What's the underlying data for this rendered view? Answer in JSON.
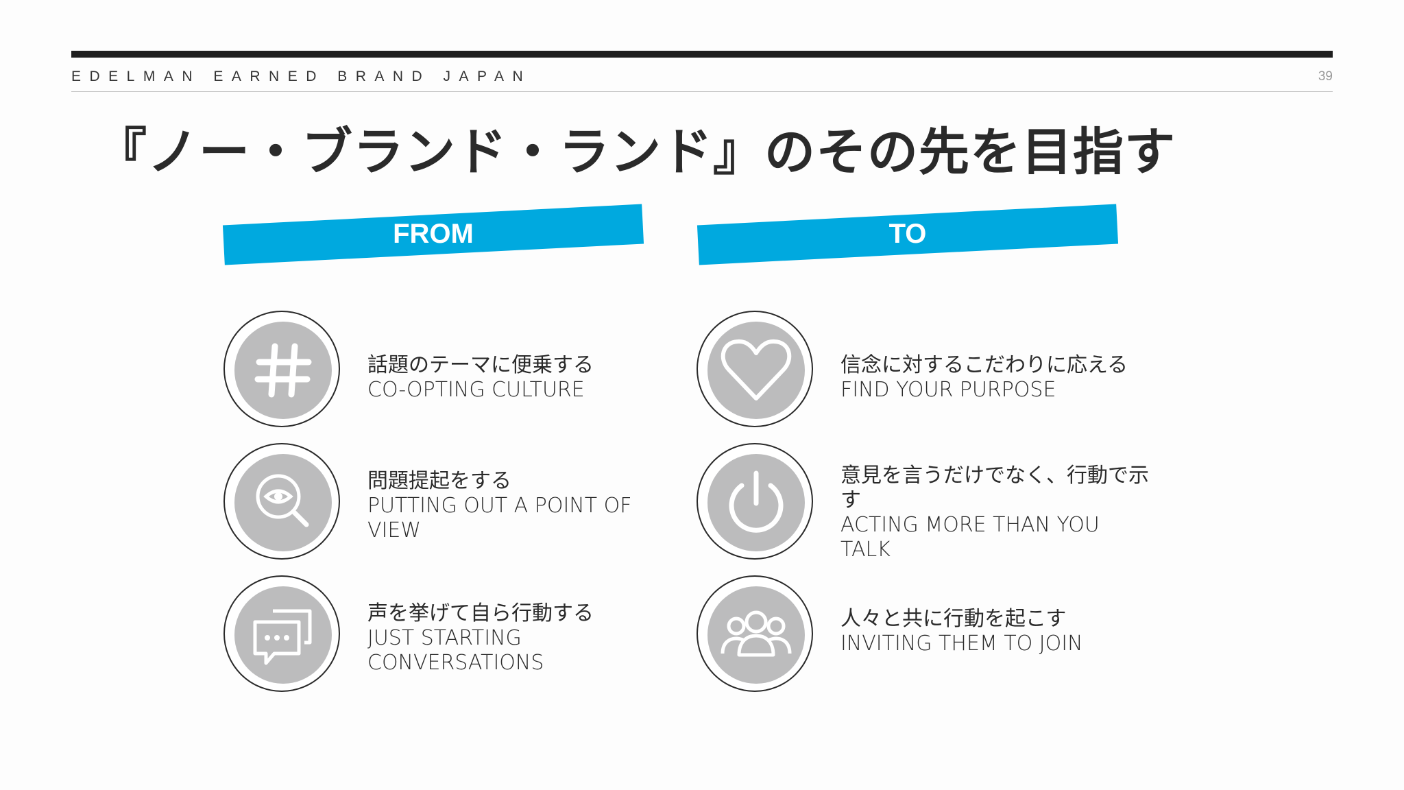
{
  "header": {
    "brand": "EDELMAN EARNED BRAND JAPAN",
    "page_number": "39"
  },
  "title": "『ノー・ブランド・ランド』のその先を目指す",
  "columns": {
    "from": {
      "label": "FROM",
      "items": [
        {
          "icon": "hashtag-icon",
          "jp": "話題のテーマに便乗する",
          "en": "CO-OPTING CULTURE"
        },
        {
          "icon": "search-eye-icon",
          "jp": "問題提起をする",
          "en": "PUTTING OUT A POINT OF VIEW"
        },
        {
          "icon": "chat-bubbles-icon",
          "jp": "声を挙げて自ら行動する",
          "en": "JUST STARTING CONVERSATIONS"
        }
      ]
    },
    "to": {
      "label": "TO",
      "items": [
        {
          "icon": "heart-icon",
          "jp": "信念に対するこだわりに応える",
          "en": "FIND YOUR PURPOSE"
        },
        {
          "icon": "power-icon",
          "jp": "意見を言うだけでなく、行動で示す",
          "en": "ACTING MORE THAN YOU TALK"
        },
        {
          "icon": "group-icon",
          "jp": "人々と共に行動を起こす",
          "en": "INVITING THEM TO JOIN"
        }
      ]
    }
  },
  "colors": {
    "accent_banner": "#00a9df",
    "icon_fill": "#bcbcbd",
    "text": "#2a2a2a"
  }
}
